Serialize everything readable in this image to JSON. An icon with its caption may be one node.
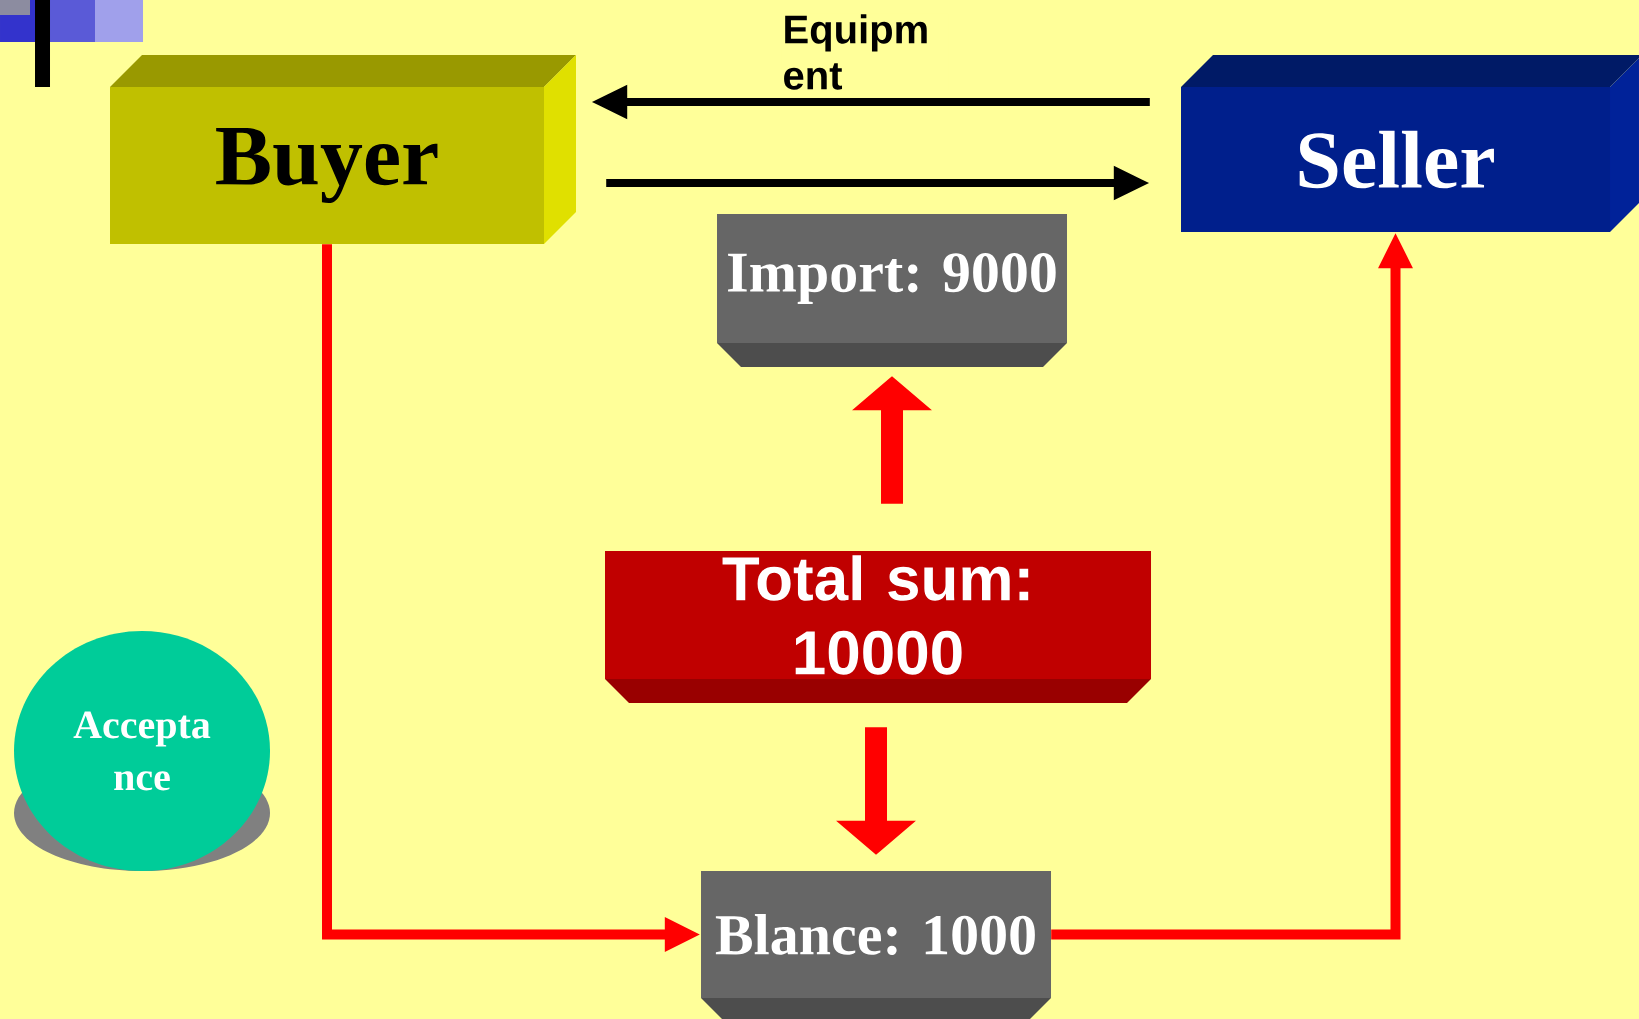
{
  "diagram": {
    "nodes": [
      {
        "text": [
          "Buyer"
        ]
      },
      {
        "text": [
          "Seller"
        ]
      },
      {
        "text": [
          "Import: 9000"
        ]
      },
      {
        "text": [
          "Total sum: 10000"
        ]
      },
      {
        "text": [
          "Blance: 1000"
        ]
      },
      {
        "text": [
          "Accepta nce"
        ]
      }
    ],
    "edges": [
      {
        "from": 1,
        "to": 0,
        "arrow": "to",
        "label": "Equipm ent",
        "color": "#000000"
      },
      {
        "from": 0,
        "to": 1,
        "arrow": "to",
        "color": "#000000"
      },
      {
        "from": 3,
        "to": 2,
        "arrow": "to",
        "style": "thick"
      },
      {
        "from": 3,
        "to": 4,
        "arrow": "to",
        "style": "thick"
      },
      {
        "from": 0,
        "to": 4,
        "arrow": "to"
      },
      {
        "from": 4,
        "to": 1,
        "arrow": "to"
      }
    ]
  }
}
